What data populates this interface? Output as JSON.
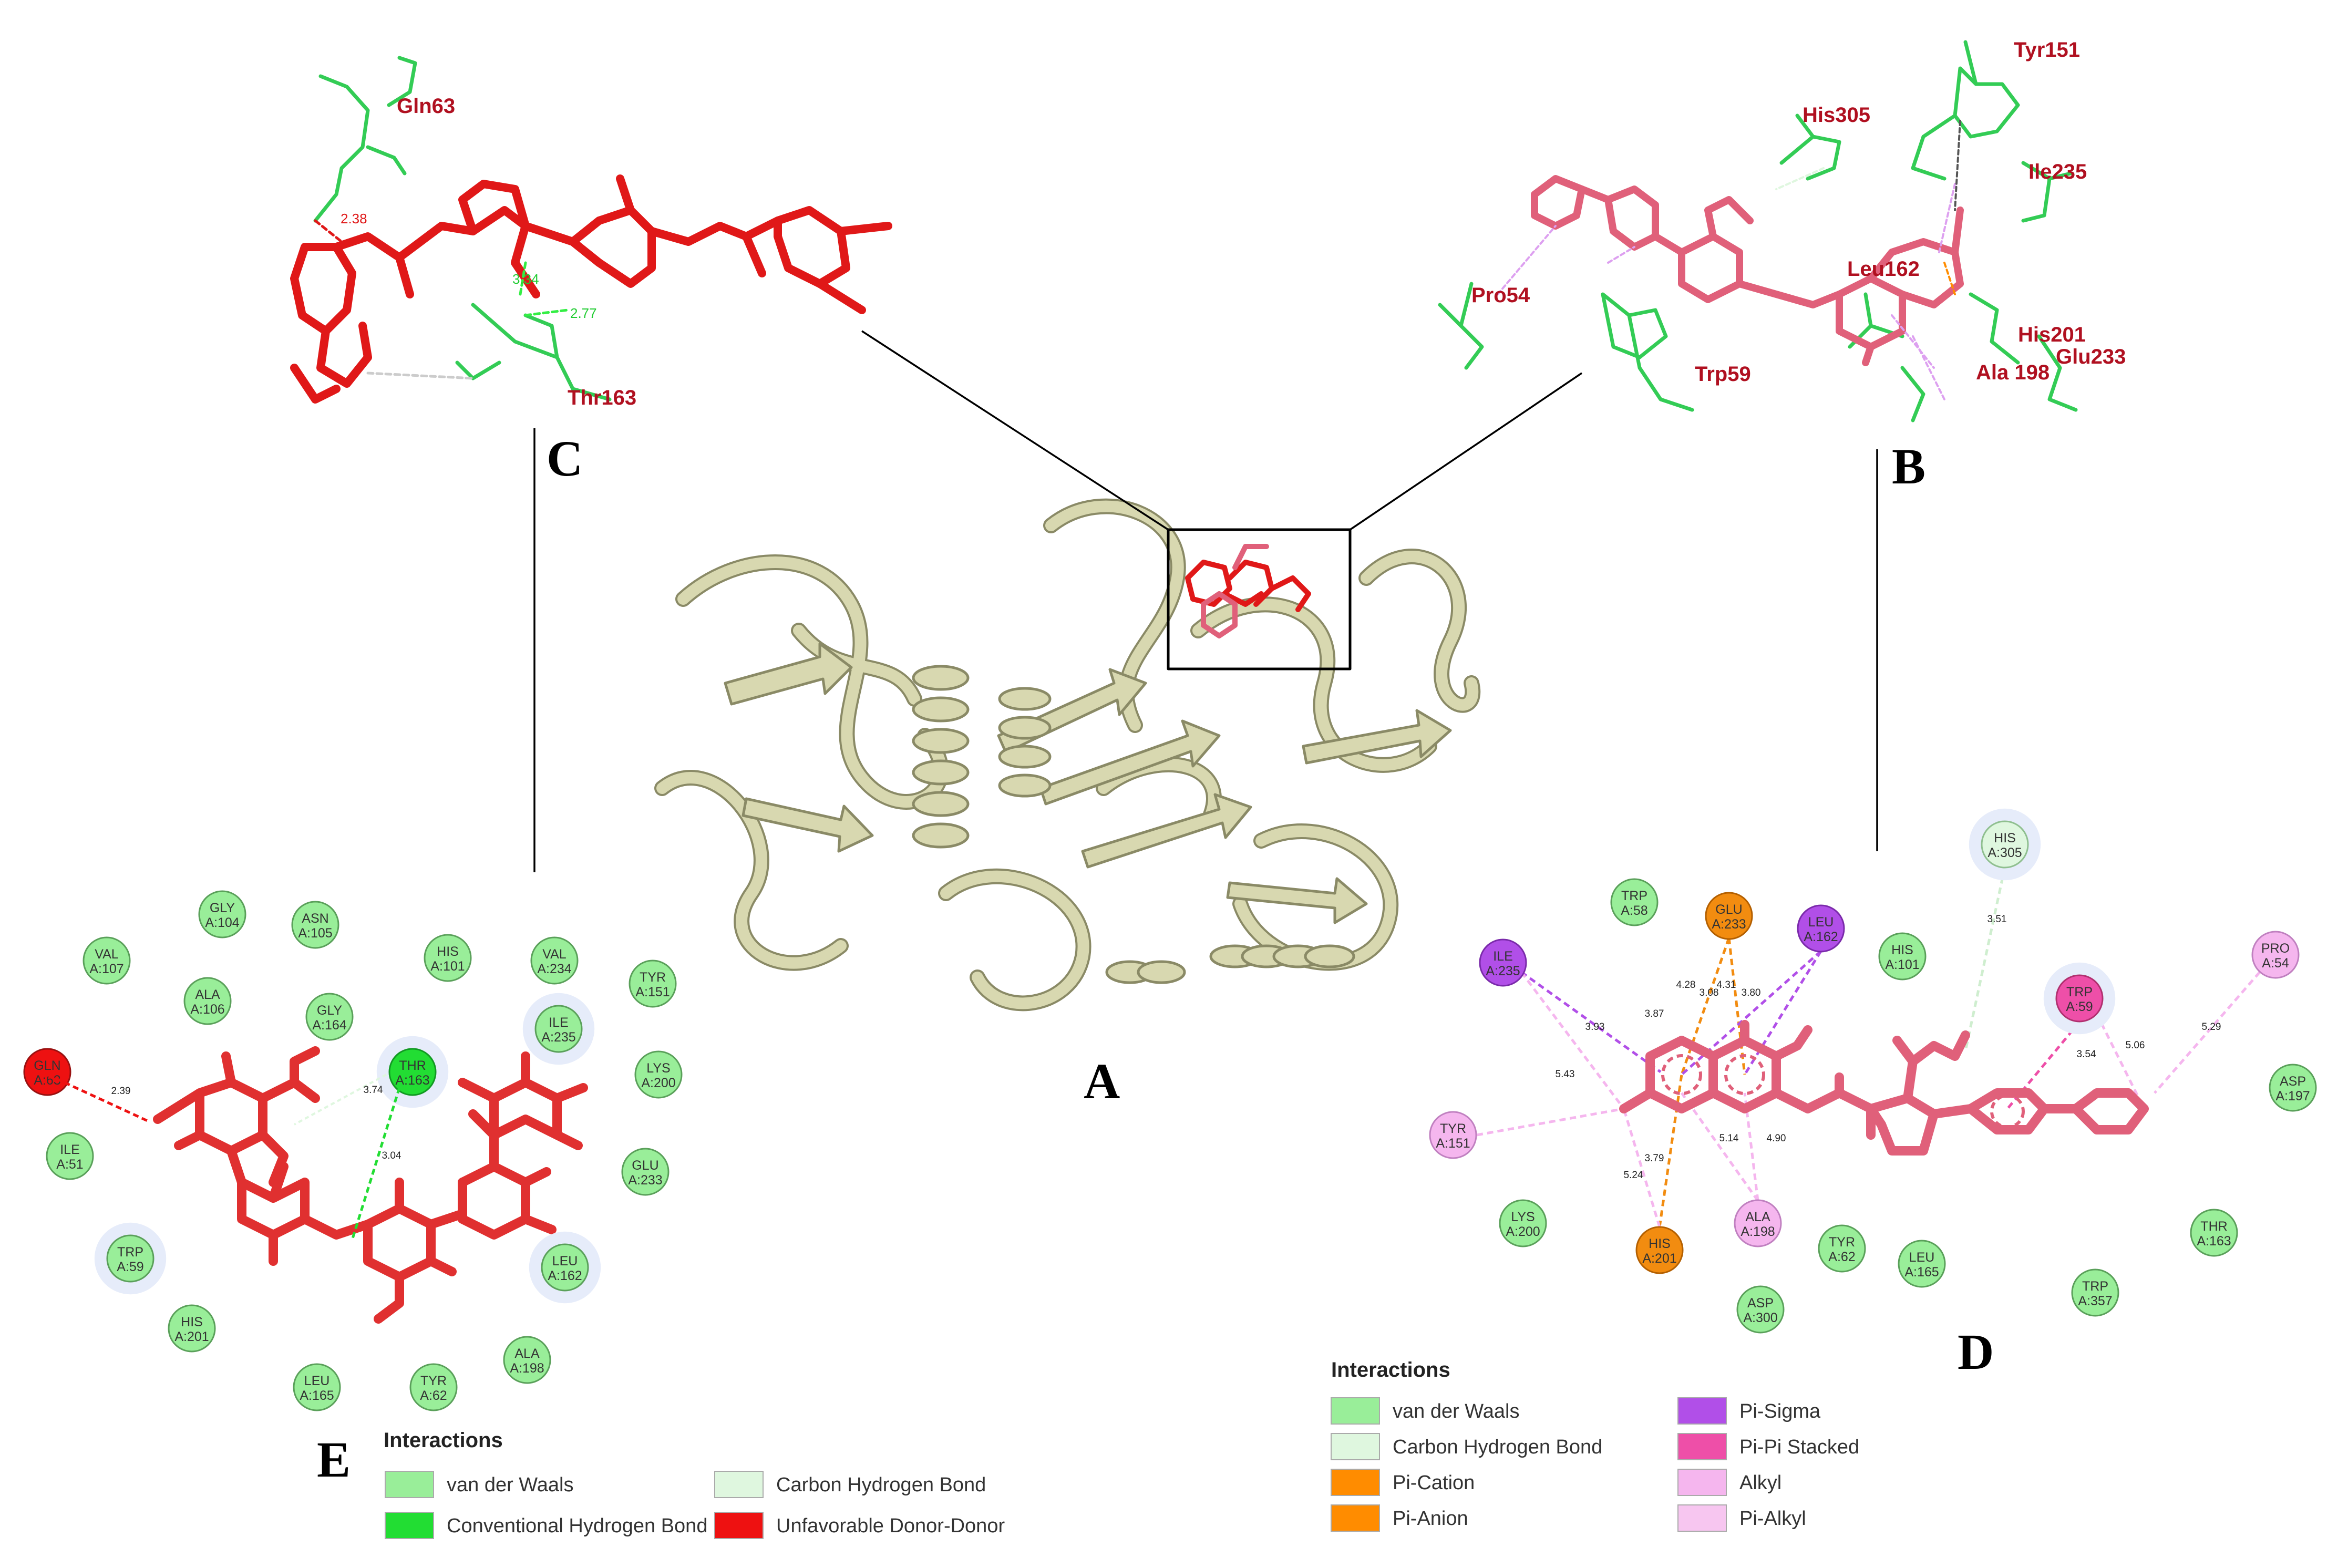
{
  "panels": {
    "a": "A",
    "b": "B",
    "c": "C",
    "d": "D",
    "e": "E"
  },
  "panel_c": {
    "residues": [
      "Gln63",
      "Thr163"
    ],
    "distances": [
      "2.38",
      "2.77",
      "3.34"
    ]
  },
  "panel_b": {
    "residues": [
      "Tyr151",
      "His305",
      "Ile235",
      "Pro54",
      "Leu162",
      "His201",
      "Ala 198",
      "Glu233",
      "Trp59"
    ]
  },
  "panel_e": {
    "nodes": [
      {
        "name": "GLY",
        "num": "A:104",
        "type": "vdw"
      },
      {
        "name": "ASN",
        "num": "A:105",
        "type": "vdw"
      },
      {
        "name": "VAL",
        "num": "A:107",
        "type": "vdw"
      },
      {
        "name": "ALA",
        "num": "A:106",
        "type": "vdw"
      },
      {
        "name": "HIS",
        "num": "A:101",
        "type": "vdw"
      },
      {
        "name": "VAL",
        "num": "A:234",
        "type": "vdw"
      },
      {
        "name": "TYR",
        "num": "A:151",
        "type": "vdw"
      },
      {
        "name": "GLY",
        "num": "A:164",
        "type": "vdw"
      },
      {
        "name": "ILE",
        "num": "A:235",
        "type": "vdw"
      },
      {
        "name": "LYS",
        "num": "A:200",
        "type": "vdw"
      },
      {
        "name": "GLN",
        "num": "A:63",
        "type": "unfav"
      },
      {
        "name": "THR",
        "num": "A:163",
        "type": "hbond"
      },
      {
        "name": "ILE",
        "num": "A:51",
        "type": "vdw"
      },
      {
        "name": "GLU",
        "num": "A:233",
        "type": "vdw"
      },
      {
        "name": "TRP",
        "num": "A:59",
        "type": "vdw"
      },
      {
        "name": "LEU",
        "num": "A:162",
        "type": "vdw"
      },
      {
        "name": "HIS",
        "num": "A:201",
        "type": "vdw"
      },
      {
        "name": "ALA",
        "num": "A:198",
        "type": "vdw"
      },
      {
        "name": "LEU",
        "num": "A:165",
        "type": "vdw"
      },
      {
        "name": "TYR",
        "num": "A:62",
        "type": "vdw"
      }
    ],
    "distances": [
      "2.39",
      "3.74",
      "3.04"
    ],
    "legend": {
      "title": "Interactions",
      "items": [
        {
          "label": "van der Waals",
          "color": "#99ee99"
        },
        {
          "label": "Carbon Hydrogen Bond",
          "color": "#dff7df"
        },
        {
          "label": "Conventional Hydrogen Bond",
          "color": "#22dd33"
        },
        {
          "label": "Unfavorable Donor-Donor",
          "color": "#ee1111"
        }
      ]
    }
  },
  "panel_d": {
    "nodes": [
      {
        "name": "HIS",
        "num": "A:305",
        "type": "chb"
      },
      {
        "name": "TRP",
        "num": "A:58",
        "type": "vdw"
      },
      {
        "name": "GLU",
        "num": "A:233",
        "type": "pication"
      },
      {
        "name": "LEU",
        "num": "A:162",
        "type": "pisigma"
      },
      {
        "name": "ILE",
        "num": "A:235",
        "type": "pisigma"
      },
      {
        "name": "HIS",
        "num": "A:101",
        "type": "vdw"
      },
      {
        "name": "PRO",
        "num": "A:54",
        "type": "alkyl"
      },
      {
        "name": "TRP",
        "num": "A:59",
        "type": "pipi"
      },
      {
        "name": "ASP",
        "num": "A:197",
        "type": "vdw"
      },
      {
        "name": "TYR",
        "num": "A:151",
        "type": "alkyl"
      },
      {
        "name": "LYS",
        "num": "A:200",
        "type": "vdw"
      },
      {
        "name": "HIS",
        "num": "A:201",
        "type": "pication"
      },
      {
        "name": "ALA",
        "num": "A:198",
        "type": "alkyl"
      },
      {
        "name": "TYR",
        "num": "A:62",
        "type": "vdw"
      },
      {
        "name": "LEU",
        "num": "A:165",
        "type": "vdw"
      },
      {
        "name": "ASP",
        "num": "A:300",
        "type": "vdw"
      },
      {
        "name": "THR",
        "num": "A:163",
        "type": "vdw"
      },
      {
        "name": "TRP",
        "num": "A:357",
        "type": "vdw"
      }
    ],
    "distances": [
      "3.51",
      "4.28",
      "4.31",
      "3.08",
      "3.80",
      "3.87",
      "3.93",
      "5.43",
      "3.79",
      "5.24",
      "5.14",
      "4.90",
      "3.54",
      "5.06",
      "5.29"
    ],
    "legend": {
      "title": "Interactions",
      "items": [
        {
          "label": "van der Waals",
          "color": "#99ee99"
        },
        {
          "label": "Carbon Hydrogen Bond",
          "color": "#dff7df"
        },
        {
          "label": "Pi-Cation",
          "color": "#ff8c00"
        },
        {
          "label": "Pi-Anion",
          "color": "#ff8c00"
        },
        {
          "label": "Pi-Sigma",
          "color": "#b14fe8"
        },
        {
          "label": "Pi-Pi Stacked",
          "color": "#ee4fa8"
        },
        {
          "label": "Alkyl",
          "color": "#f5b6ee"
        },
        {
          "label": "Pi-Alkyl",
          "color": "#f7c6f0"
        }
      ]
    }
  },
  "colors": {
    "ligand_c": "#e01818",
    "ligand_b": "#e0607a",
    "residue_stick": "#33cc55",
    "protein": "#d8d8b0",
    "vdw": "#99ee99",
    "chb": "#dff7df",
    "hbond": "#22dd33",
    "unfav": "#ee1111",
    "pication": "#f28c10",
    "pisigma": "#b14fe8",
    "pipi": "#ee4fa8",
    "alkyl": "#f5b6ee"
  }
}
